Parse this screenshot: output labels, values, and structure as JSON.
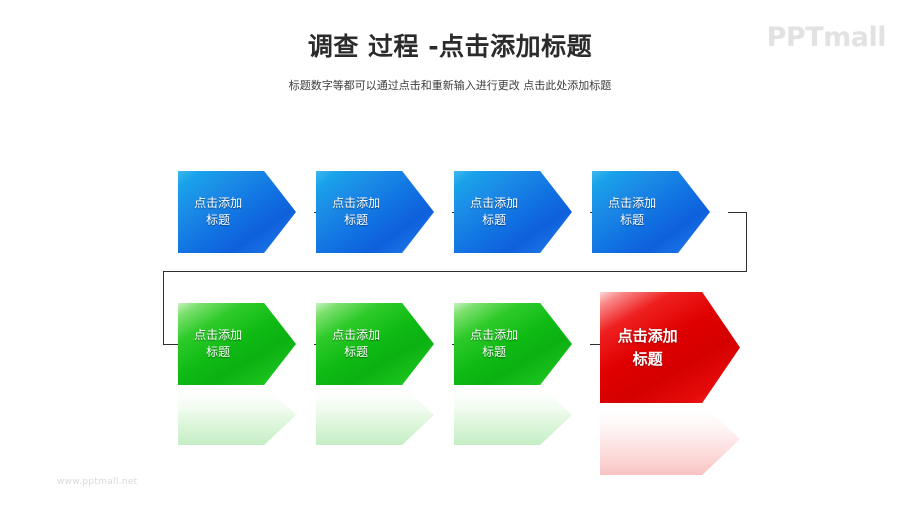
{
  "slide": {
    "title": "调查 过程 -点击添加标题",
    "subtitle": "标题数字等都可以通过点击和重新输入进行更改 点击此处添加标题",
    "logo_text": "PPTmall",
    "footer_text": "www.pptmall.net",
    "background_color": "#ffffff",
    "title_color": "#2b2b2b",
    "subtitle_color": "#3c3c3c",
    "logo_color": "#e2e2e2",
    "footer_color": "#d8d8d8",
    "connector_color": "#2f2f2f"
  },
  "process": {
    "row_top": {
      "accent_color": "#1173e2",
      "steps": [
        {
          "line1": "点击添加",
          "line2": "标题"
        },
        {
          "line1": "点击添加",
          "line2": "标题"
        },
        {
          "line1": "点击添加",
          "line2": "标题"
        },
        {
          "line1": "点击添加",
          "line2": "标题"
        }
      ]
    },
    "row_bottom": {
      "accent_color": "#10bb14",
      "steps": [
        {
          "line1": "点击添加",
          "line2": "标题"
        },
        {
          "line1": "点击添加",
          "line2": "标题"
        },
        {
          "line1": "点击添加",
          "line2": "标题"
        }
      ],
      "highlight": {
        "accent_color": "#e00000",
        "line1": "点击添加",
        "line2": "标题"
      }
    }
  }
}
